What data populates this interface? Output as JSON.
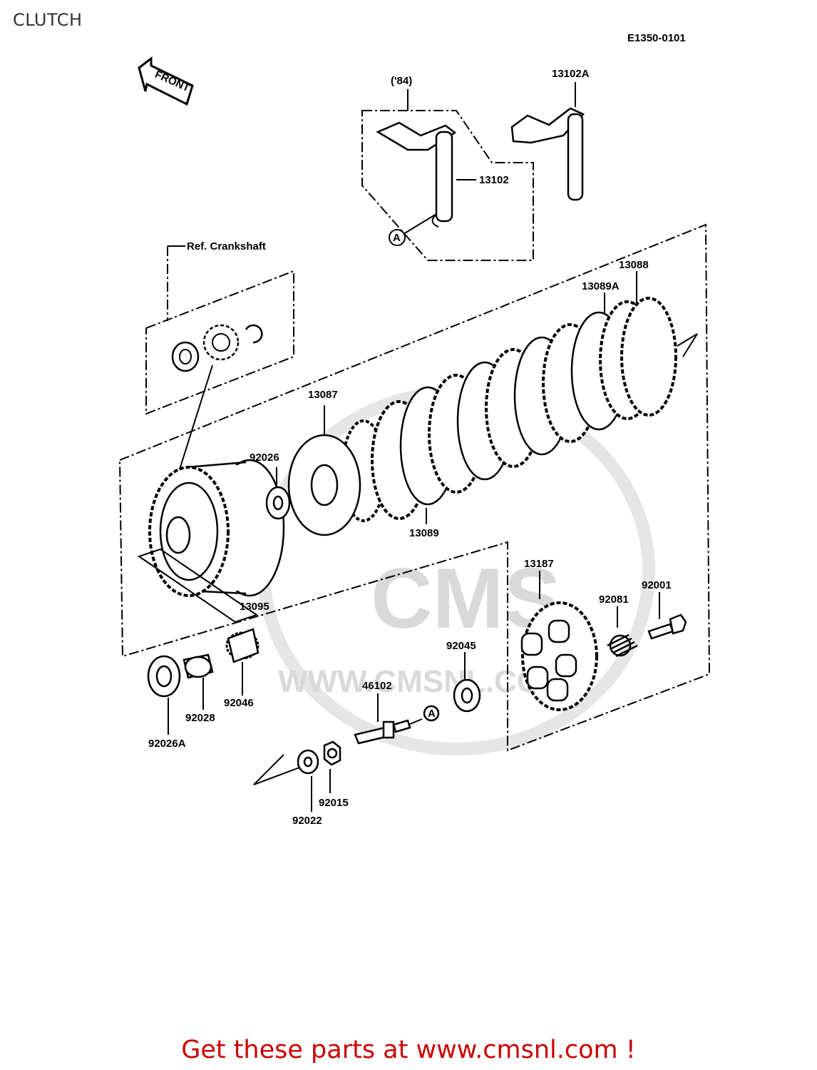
{
  "page": {
    "title": "CLUTCH",
    "ref_code": "E1350-0101",
    "footer": "Get these parts at www.cmsnl.com !"
  },
  "diagram": {
    "front_label": "FRONT",
    "year_note": "('84)",
    "ref_note": "Ref. Crankshaft",
    "marker": "A",
    "parts": {
      "p13102A": "13102A",
      "p13102": "13102",
      "p13088": "13088",
      "p13089A": "13089A",
      "p13087": "13087",
      "p92026": "92026",
      "p13089": "13089",
      "p13187": "13187",
      "p92081": "92081",
      "p92001": "92001",
      "p13095": "13095",
      "p92045": "92045",
      "p46102": "46102",
      "p92046": "92046",
      "p92028": "92028",
      "p92026A": "92026A",
      "p92015": "92015",
      "p92022": "92022"
    }
  },
  "watermark": {
    "logo": "CMS",
    "url": "WWW.CMSNL.COM"
  }
}
